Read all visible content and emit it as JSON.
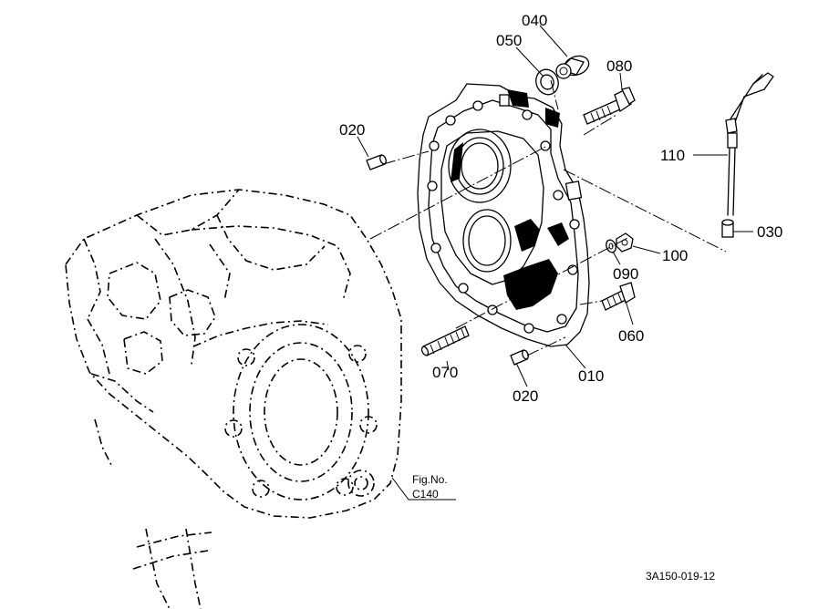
{
  "parts": [
    {
      "id": "p010",
      "label": "010"
    },
    {
      "id": "p020a",
      "label": "020"
    },
    {
      "id": "p020b",
      "label": "020"
    },
    {
      "id": "p030",
      "label": "030"
    },
    {
      "id": "p040",
      "label": "040"
    },
    {
      "id": "p050",
      "label": "050"
    },
    {
      "id": "p060",
      "label": "060"
    },
    {
      "id": "p070",
      "label": "070"
    },
    {
      "id": "p080",
      "label": "080"
    },
    {
      "id": "p090",
      "label": "090"
    },
    {
      "id": "p100",
      "label": "100"
    },
    {
      "id": "p110",
      "label": "110"
    }
  ],
  "figref": {
    "line1": "Fig.No.",
    "line2": "C140"
  },
  "drawing_code": "3A150-019-12"
}
